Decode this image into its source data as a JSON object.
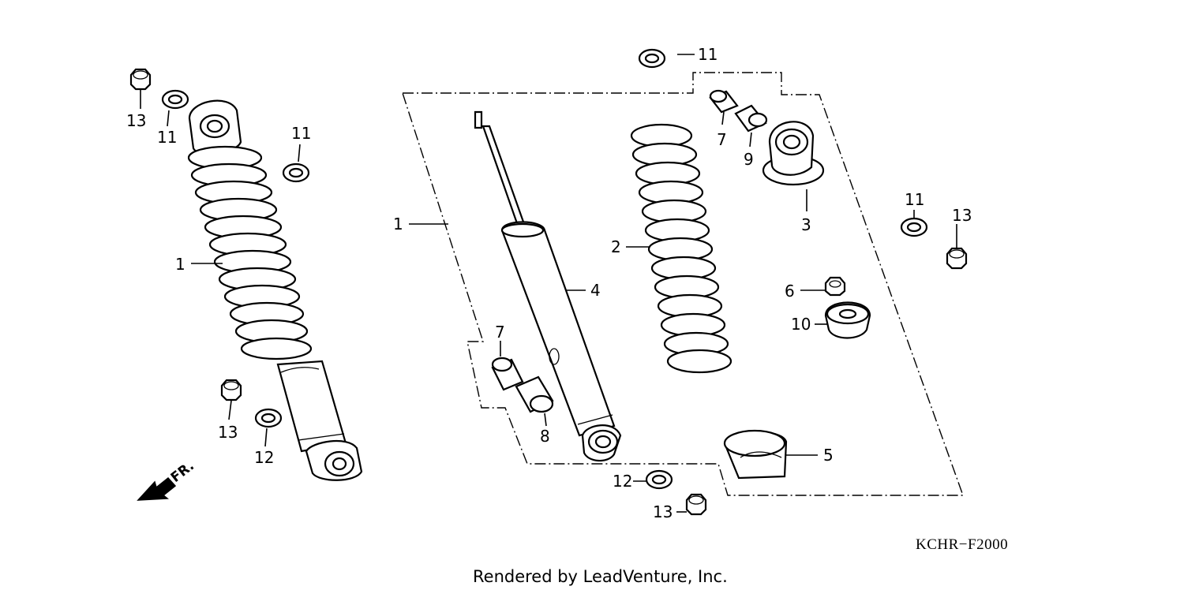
{
  "labels": {
    "shock_assembly_left": "1",
    "shock_assembly_group": "1",
    "spring": "2",
    "upper_joint": "3",
    "damper": "4",
    "lower_seat": "5",
    "nut_6": "6",
    "collar_7_upper": "7",
    "collar_7_lower": "7",
    "bushing_8": "8",
    "bushing_9": "9",
    "rubber_10": "10",
    "washer_11_top": "11",
    "washer_11_left_a": "11",
    "washer_11_left_b": "11",
    "washer_11_right": "11",
    "washer_12_left": "12",
    "washer_12_bottom": "12",
    "nut_13_topleft": "13",
    "nut_13_left": "13",
    "nut_13_right": "13",
    "nut_13_bottom": "13"
  },
  "direction_marker": "FR.",
  "diagram_code": "KCHR−F2000",
  "footer": "Rendered by LeadVenture, Inc."
}
